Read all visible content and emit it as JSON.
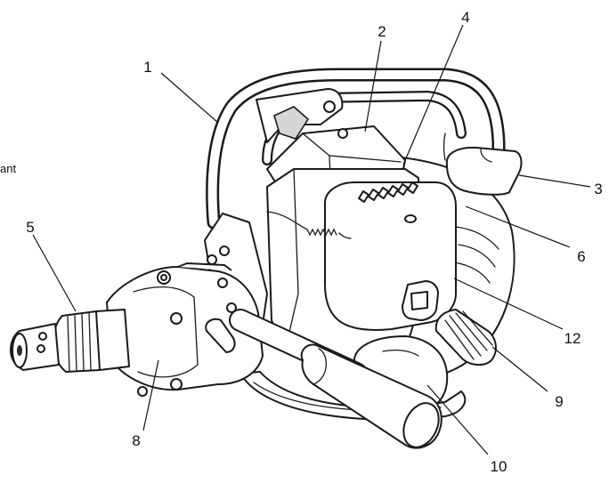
{
  "diagram": {
    "edge_text": "ant",
    "callouts": [
      {
        "id": "1",
        "label": "1"
      },
      {
        "id": "2",
        "label": "2"
      },
      {
        "id": "3",
        "label": "3"
      },
      {
        "id": "4",
        "label": "4"
      },
      {
        "id": "5",
        "label": "5"
      },
      {
        "id": "6",
        "label": "6"
      },
      {
        "id": "8",
        "label": "8"
      },
      {
        "id": "9",
        "label": "9"
      },
      {
        "id": "10",
        "label": "10"
      },
      {
        "id": "12",
        "label": "12"
      }
    ]
  }
}
